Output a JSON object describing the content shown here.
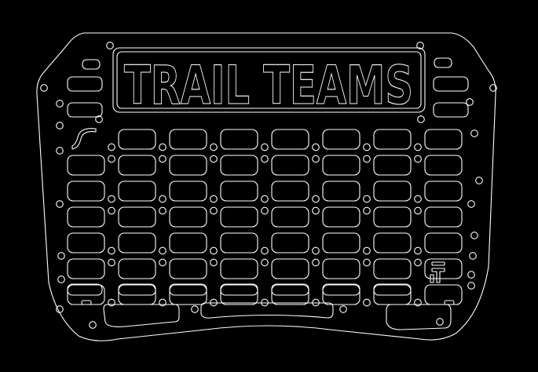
{
  "panel": {
    "title": "TRAIL TEAMS",
    "mark": "TT",
    "stroke_color": "#ffffff",
    "background_color": "#000000",
    "slot_grid": {
      "columns": 8,
      "rows": 7
    },
    "side_slot_rows": 9
  }
}
